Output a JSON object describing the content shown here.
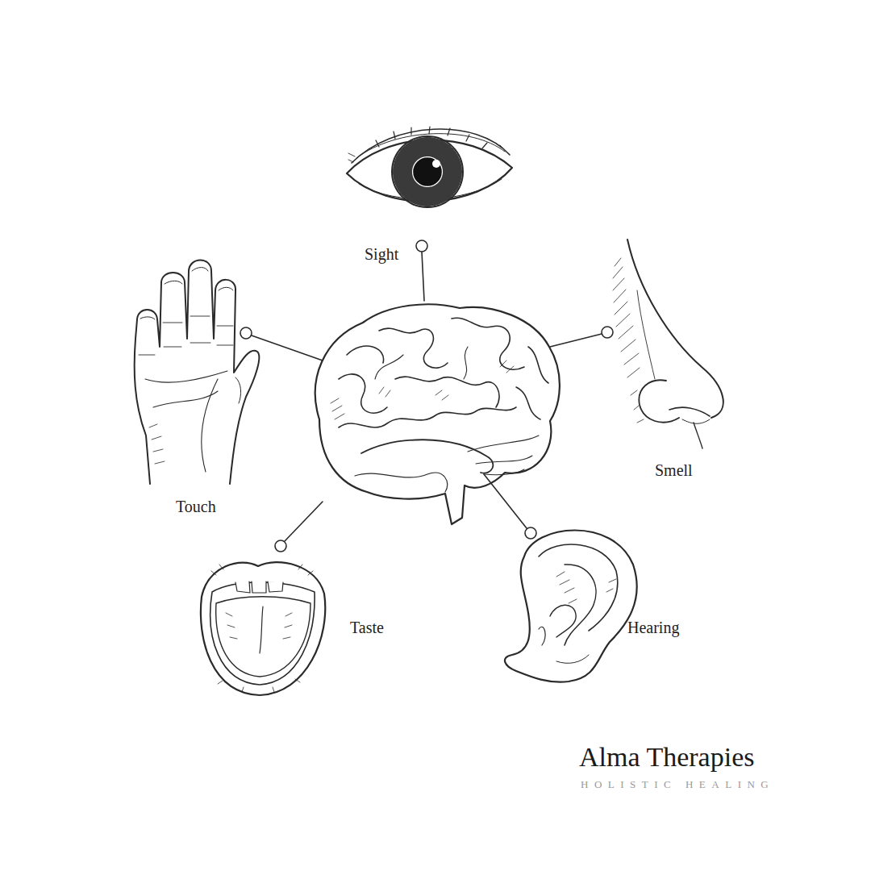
{
  "diagram": {
    "labels": [
      "Sight",
      "Smell",
      "Touch",
      "Taste",
      "Hearing",
      "Alma Therapies",
      "HOLISTIC HEALING"
    ]
  }
}
